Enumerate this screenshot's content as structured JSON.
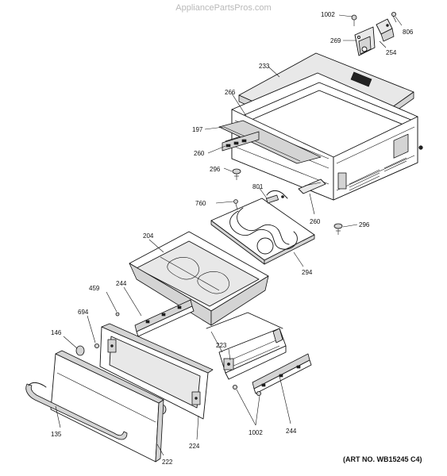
{
  "watermark": "AppliancePartsPros.com",
  "art_number": "(ART NO. WB15245 C4)",
  "parts": {
    "p1002_top": "1002",
    "p806": "806",
    "p269": "269",
    "p254": "254",
    "p233": "233",
    "p266": "266",
    "p197": "197",
    "p260_left": "260",
    "p296_left": "296",
    "p801": "801",
    "p760": "760",
    "p260_right": "260",
    "p296_right": "296",
    "p204": "204",
    "p294": "294",
    "p459": "459",
    "p244_top": "244",
    "p694": "694",
    "p146": "146",
    "p223": "223",
    "p135": "135",
    "p224": "224",
    "p222": "222",
    "p1002_bottom": "1002",
    "p244_bottom": "244"
  }
}
